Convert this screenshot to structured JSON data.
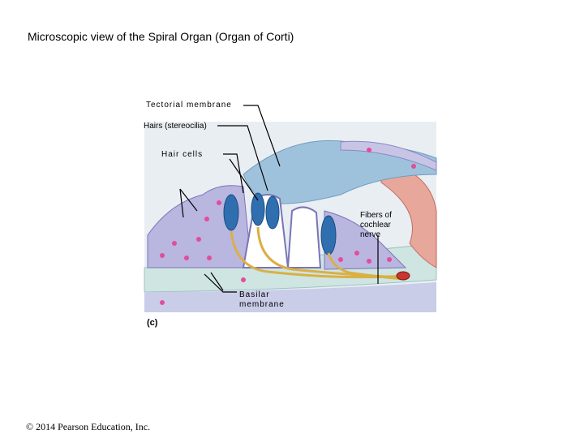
{
  "slide": {
    "title": "Microscopic view of the Spiral Organ (Organ of Corti)",
    "copyright": "© 2014 Pearson Education, Inc.",
    "part_label": "(c)"
  },
  "labels": {
    "tectorial": "Tectorial membrane",
    "hairs": "Hairs (stereocilia)",
    "hair_cells": "Hair cells",
    "fibers": [
      "Fibers of",
      "cochlear",
      "nerve"
    ],
    "basilar": [
      "Basilar",
      "membrane"
    ]
  },
  "colors": {
    "tissue_lavender": "#b9b6df",
    "cell_outline": "#7a74b8",
    "nucleus_pink": "#e24d9a",
    "hair_cell_blue": "#2f6fb0",
    "tectorial_blue": "#9fc2dc",
    "nerve_gold": "#d9b046",
    "vessel_red": "#c8362f",
    "basilar_teal": "#cfe5e2"
  }
}
